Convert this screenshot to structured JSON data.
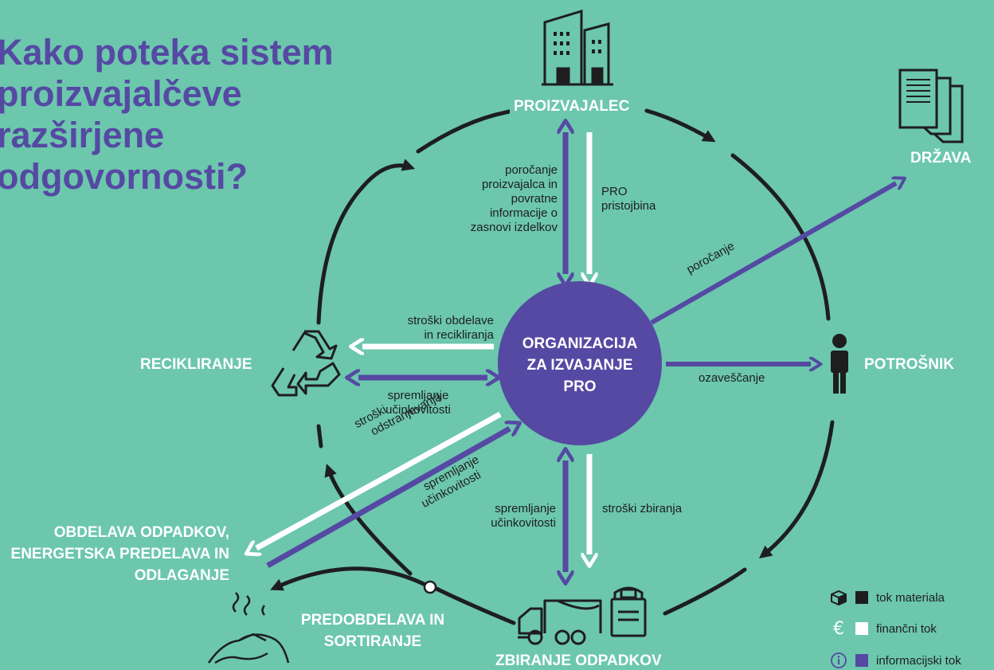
{
  "title_lines": [
    "Kako poteka sistem",
    "proizvajalčeve",
    "razširjene",
    "odgovornosti?"
  ],
  "center": {
    "line1": "ORGANIZACIJA",
    "line2": "ZA IZVAJANJE",
    "line3": "PRO"
  },
  "nodes": {
    "proizvajalec": "PROIZVAJALEC",
    "drzava": "DRŽAVA",
    "potrosnik": "POTROŠNIK",
    "recikliranje": "RECIKLIRANJE",
    "obdelava_1": "OBDELAVA ODPADKOV,",
    "obdelava_2": "ENERGETSKA PREDELAVA IN",
    "obdelava_3": "ODLAGANJE",
    "predobdelava_1": "PREDOBDELAVA IN",
    "predobdelava_2": "SORTIRANJE",
    "zbiranje": "ZBIRANJE ODPADKOV"
  },
  "flows": {
    "porocanje_proizvajalca": [
      "poročanje",
      "proizvajalca in",
      "povratne",
      "informacije o",
      "zasnovi izdelkov"
    ],
    "pro_pristojbina": [
      "PRO",
      "pristojbina"
    ],
    "porocanje": "poročanje",
    "stroski_obdelave": [
      "stroški obdelave",
      "in recikliranja"
    ],
    "spremljanje_rec": [
      "spremljanje",
      "učinkovitosti"
    ],
    "ozavescanje": "ozaveščanje",
    "stroski_odstranjevanja": [
      "stroški",
      "odstranjevanja"
    ],
    "spremljanje_diag": [
      "spremljanje",
      "učinkovitosti"
    ],
    "spremljanje_zbir": [
      "spremljanje",
      "učinkovitosti"
    ],
    "stroski_zbiranja": "stroški zbiranja"
  },
  "legend": [
    {
      "icon": "box-icon",
      "color": "#1e1e1e",
      "label": "tok materiala"
    },
    {
      "icon": "euro-icon",
      "color": "#ffffff",
      "label": "finančni tok"
    },
    {
      "icon": "info-icon",
      "color": "#5549a3",
      "label": "informacijski tok"
    }
  ],
  "colors": {
    "background": "#6cc7ad",
    "purple": "#5549a3",
    "dark": "#1e1e1e",
    "white": "#ffffff"
  }
}
